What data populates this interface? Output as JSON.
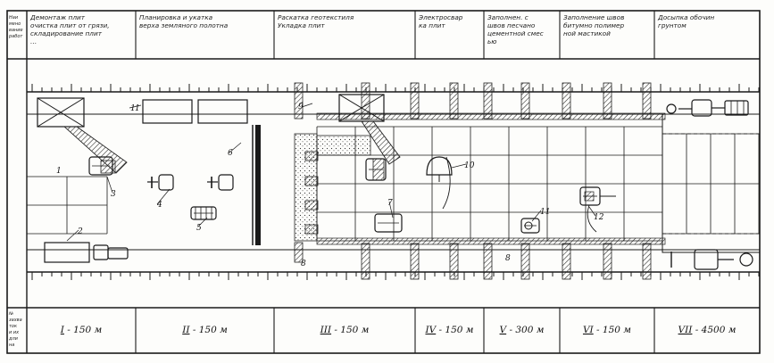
{
  "header": {
    "columns": [
      {
        "id": "col1",
        "lines": [
          "Демонтаж плит",
          "очистка плит от грязи,",
          "складирование плит",
          "…"
        ]
      },
      {
        "id": "col2",
        "lines": [
          "Планировка и укатка",
          "верха земляного полотна"
        ]
      },
      {
        "id": "col3",
        "lines": [
          "Раскатка геотекстиля",
          "Укладка плит"
        ]
      },
      {
        "id": "col4",
        "lines": [
          "Электросвар",
          "ка плит"
        ]
      },
      {
        "id": "col5",
        "lines": [
          "Заполнен. с",
          "швов песчано",
          "цементной смес",
          "ью"
        ]
      },
      {
        "id": "col6",
        "lines": [
          "Заполнение швов",
          "битумно полимер",
          "ной мастикой"
        ]
      },
      {
        "id": "col7",
        "lines": [
          "Досыпка обочин",
          "грунтом"
        ]
      }
    ],
    "side_lines": [
      "Наи",
      "мено",
      "вание",
      "работ"
    ]
  },
  "sections": {
    "side_lines": [
      "№",
      "захва",
      "ток",
      "и их",
      "дли",
      "на"
    ],
    "items": [
      {
        "roman": "I",
        "length": "150 м"
      },
      {
        "roman": "II",
        "length": "150 м"
      },
      {
        "roman": "III",
        "length": "150 м"
      },
      {
        "roman": "IV",
        "length": "150 м"
      },
      {
        "roman": "V",
        "length": "300 м"
      },
      {
        "roman": "VI",
        "length": "150 м"
      },
      {
        "roman": "VII",
        "length": "4500 м"
      }
    ]
  },
  "callouts": [
    "1",
    "1",
    "1",
    "2",
    "3",
    "4",
    "5",
    "6",
    "7",
    "8",
    "8",
    "9",
    "10",
    "11",
    "12"
  ]
}
